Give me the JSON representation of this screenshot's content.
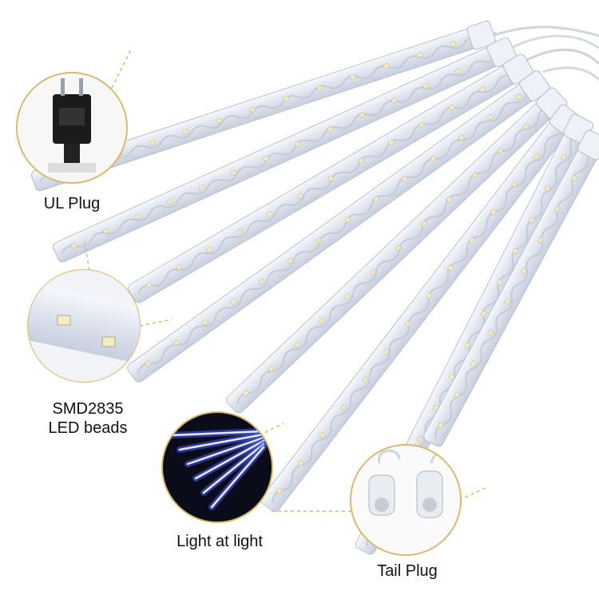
{
  "product": {
    "tube_count": 8,
    "callouts": [
      {
        "key": "plug",
        "label": "UL Plug"
      },
      {
        "key": "beads",
        "label": "SMD2835\nLED beads"
      },
      {
        "key": "lit",
        "label": "Light at light"
      },
      {
        "key": "tail",
        "label": "Tail Plug"
      }
    ]
  },
  "colors": {
    "background": "#ffffff",
    "callout_ring": "#d9b86a",
    "tube_body": "#e6eaf2",
    "tube_edge": "#b9c0cf",
    "led_bead": "#f4ecc8",
    "glow": "#4a5cff",
    "night_bg": "#0a0c1a",
    "plug_body": "#1b1b1b"
  }
}
